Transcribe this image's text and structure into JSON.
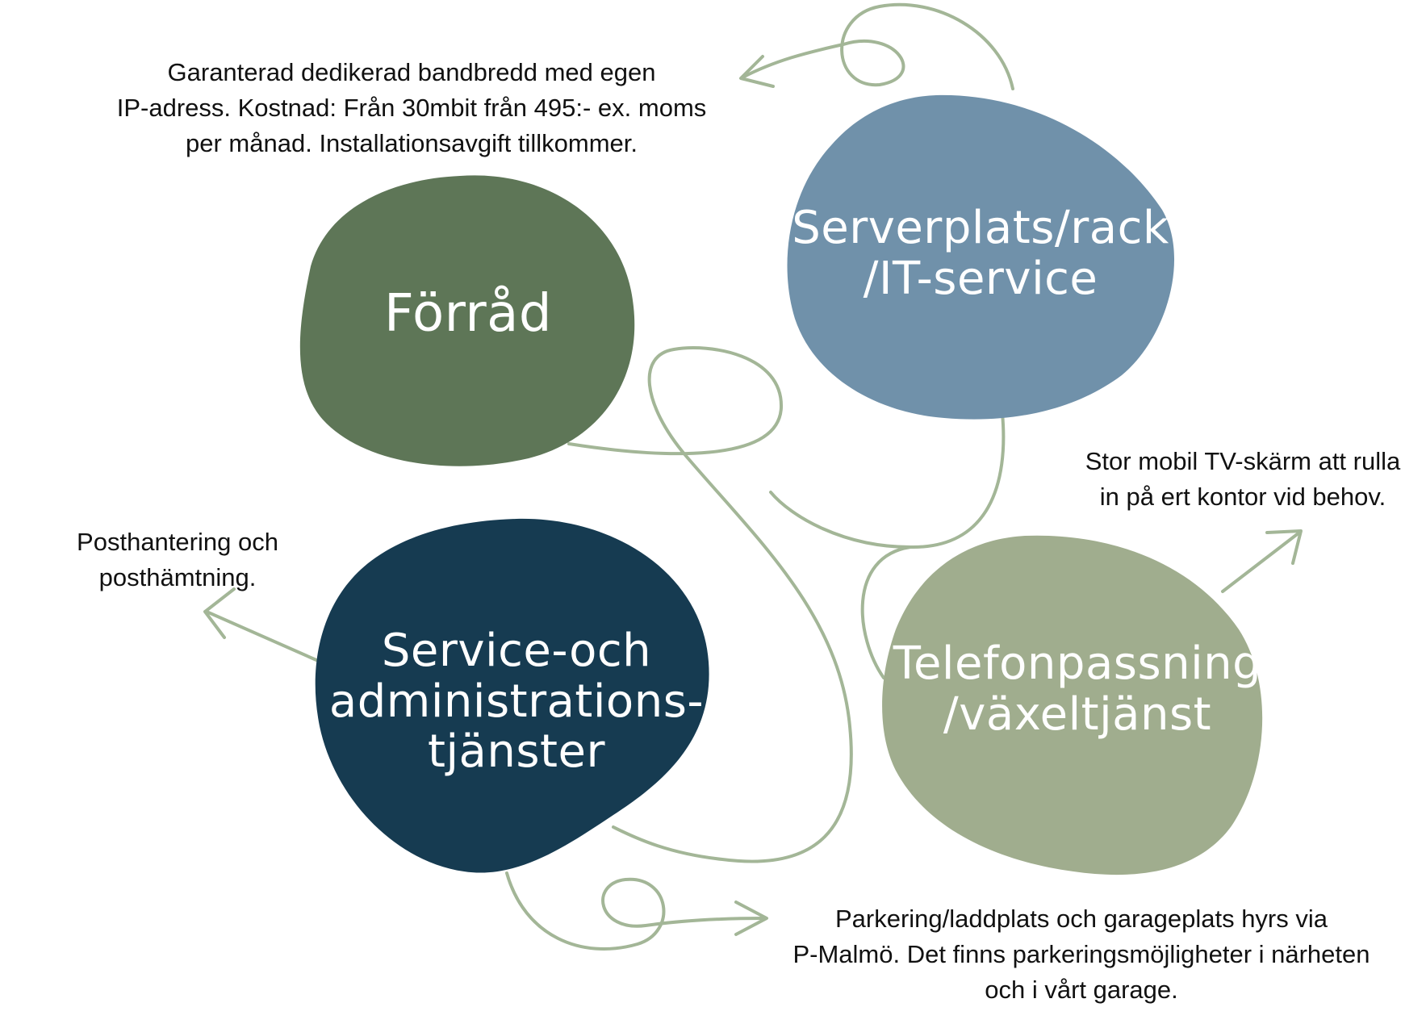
{
  "colors": {
    "forrad": "#5e7657",
    "server": "#7091aa",
    "service": "#163b51",
    "telefon": "#a0ad8e",
    "curve": "#a3b697",
    "text_dark": "#111111",
    "text_light": "#ffffff"
  },
  "blobs": {
    "forrad": {
      "lines": [
        "Förråd"
      ]
    },
    "server": {
      "lines": [
        "Serverplats/rack",
        "/IT-service"
      ]
    },
    "service": {
      "lines": [
        "Service-och",
        "administrations-",
        "tjänster"
      ]
    },
    "telefon": {
      "lines": [
        "Telefonpassning",
        "/växeltjänst"
      ]
    }
  },
  "notes": {
    "bandbredd": {
      "lines": [
        "Garanterad dedikerad bandbredd med egen",
        "IP-adress. Kostnad: Från 30mbit från 495:- ex. moms",
        "per månad. Installationsavgift tillkommer."
      ]
    },
    "tv": {
      "lines": [
        "Stor mobil TV-skärm att rulla",
        "in på ert kontor vid behov."
      ]
    },
    "post": {
      "lines": [
        "Posthantering och",
        "posthämtning."
      ]
    },
    "parkering": {
      "lines": [
        "Parkering/laddplats och garageplats hyrs via",
        "P-Malmö. Det finns parkeringsmöjligheter i närheten",
        "och i vårt garage."
      ]
    }
  }
}
